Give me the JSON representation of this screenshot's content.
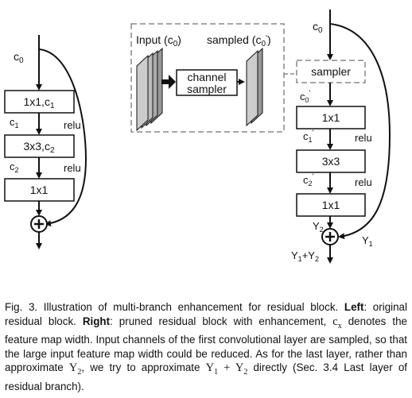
{
  "left_block": {
    "input_label": "c",
    "input_sub": "0",
    "box1": "1x1,c",
    "box1_sub": "1",
    "c1_label": "c",
    "c1_sub": "1",
    "relu1": "relu",
    "box2": "3x3,c",
    "box2_sub": "2",
    "c2_label": "c",
    "c2_sub": "2",
    "relu2": "relu",
    "box3": "1x1"
  },
  "inset": {
    "input_text": "Input (c",
    "input_sub": "0",
    "input_close": ")",
    "sampled_text": "sampled (c",
    "sampled_sub": "0",
    "sampled_prime": "'",
    "sampled_close": ")",
    "box_line1": "channel",
    "box_line2": "sampler"
  },
  "right_block": {
    "input_label": "c",
    "input_sub": "0",
    "sampler": "sampler",
    "c0p_label": "c",
    "c0p_sub": "0",
    "c0p_prime": "'",
    "box1": "1x1",
    "c1p_label": "c",
    "c1p_sub": "1",
    "c1p_prime": "'",
    "relu1": "relu",
    "box2": "3x3",
    "c2p_label": "c",
    "c2p_sub": "2",
    "c2p_prime": "'",
    "relu2": "relu",
    "box3": "1x1",
    "y2_label": "Y",
    "y2_sub": "2",
    "y1_label": "Y",
    "y1_sub": "1",
    "out_y1": "Y",
    "out_y1_sub": "1",
    "out_plus": "+Y",
    "out_y2_sub": "2"
  },
  "caption": {
    "fig_label": "Fig. 3.",
    "text1": " Illustration of multi-branch enhancement for residual block. ",
    "left_bold": "Left",
    "text2": ": original residual block. ",
    "right_bold": "Right",
    "text3": ": pruned residual block with enhancement, ",
    "math_cx": "c",
    "math_cx_sub": "x",
    "text4": " denotes the feature map width. Input channels of the first convolutional layer are sampled, so that the large input feature map width could be reduced. As for the last layer, rather than approximate ",
    "math_y2": "Y",
    "math_y2_sub": "2",
    "text5": ", we try to approximate ",
    "math_y1y2": "Y",
    "math_y1y2_sub1": "1",
    "math_plus": " + Y",
    "math_y1y2_sub2": "2",
    "text6": " directly (Sec. 3.4 Last layer of residual branch)."
  }
}
